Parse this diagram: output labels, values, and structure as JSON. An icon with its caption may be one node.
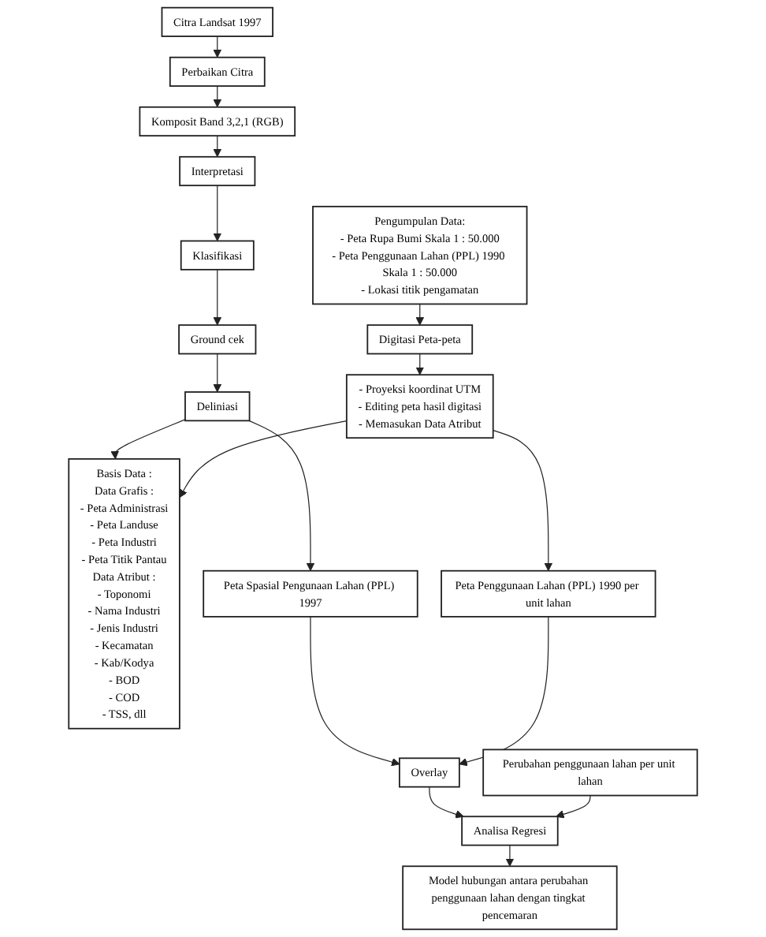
{
  "diagram": {
    "nodes": [
      {
        "text": [
          "Citra Landsat 1997"
        ]
      },
      {
        "text": [
          "Perbaikan Citra"
        ]
      },
      {
        "text": [
          "Komposit Band 3,2,1 (RGB)"
        ]
      },
      {
        "text": [
          "Interpretasi"
        ]
      },
      {
        "text": [
          "Klasifikasi"
        ]
      },
      {
        "text": [
          "Ground cek"
        ]
      },
      {
        "text": [
          "Deliniasi"
        ]
      },
      {
        "text": [
          "Pengumpulan Data:",
          "- Peta Rupa Bumi Skala 1 : 50.000",
          "- Peta Penggunaan Lahan (PPL) 1990 Skala 1 : 50.000",
          "- Lokasi titik pengamatan"
        ]
      },
      {
        "text": [
          "Digitasi Peta-peta"
        ]
      },
      {
        "text": [
          "- Proyeksi koordinat UTM",
          "- Editing peta hasil digitasi",
          "- Memasukan Data Atribut"
        ]
      },
      {
        "text": [
          "Basis Data :",
          "Data Grafis :",
          "- Peta Administrasi",
          "- Peta Landuse",
          "- Peta Industri",
          "- Peta Titik Pantau",
          "Data Atribut :",
          "- Toponomi",
          "- Nama Industri",
          "- Jenis Industri",
          "- Kecamatan",
          "- Kab/Kodya",
          "- BOD",
          "- COD",
          "- TSS, dll"
        ]
      },
      {
        "text": [
          "Peta Spasial Pengunaan Lahan (PPL) 1997"
        ]
      },
      {
        "text": [
          "Peta Penggunaan Lahan (PPL) 1990 per unit lahan"
        ]
      },
      {
        "text": [
          "Overlay"
        ]
      },
      {
        "text": [
          "Perubahan penggunaan lahan per unit lahan"
        ]
      },
      {
        "text": [
          "Analisa Regresi"
        ]
      },
      {
        "text": [
          "Model hubungan antara perubahan penggunaan lahan dengan tingkat pencemaran"
        ]
      }
    ],
    "edges": [
      {
        "from": 0,
        "to": 1,
        "arrow": "to"
      },
      {
        "from": 1,
        "to": 2,
        "arrow": "to"
      },
      {
        "from": 2,
        "to": 3,
        "arrow": "to"
      },
      {
        "from": 3,
        "to": 4,
        "arrow": "to"
      },
      {
        "from": 4,
        "to": 5,
        "arrow": "to"
      },
      {
        "from": 5,
        "to": 6,
        "arrow": "to"
      },
      {
        "from": 6,
        "to": 10,
        "arrow": "to"
      },
      {
        "from": 6,
        "to": 11,
        "arrow": "to"
      },
      {
        "from": 7,
        "to": 8,
        "arrow": "to"
      },
      {
        "from": 8,
        "to": 9,
        "arrow": "to"
      },
      {
        "from": 9,
        "to": 10,
        "arrow": "to"
      },
      {
        "from": 9,
        "to": 12,
        "arrow": "to"
      },
      {
        "from": 11,
        "to": 13,
        "arrow": "to"
      },
      {
        "from": 12,
        "to": 13,
        "arrow": "to"
      },
      {
        "from": 13,
        "to": 15,
        "arrow": "to"
      },
      {
        "from": 14,
        "to": 15,
        "arrow": "to"
      },
      {
        "from": 15,
        "to": 16,
        "arrow": "to"
      }
    ]
  }
}
